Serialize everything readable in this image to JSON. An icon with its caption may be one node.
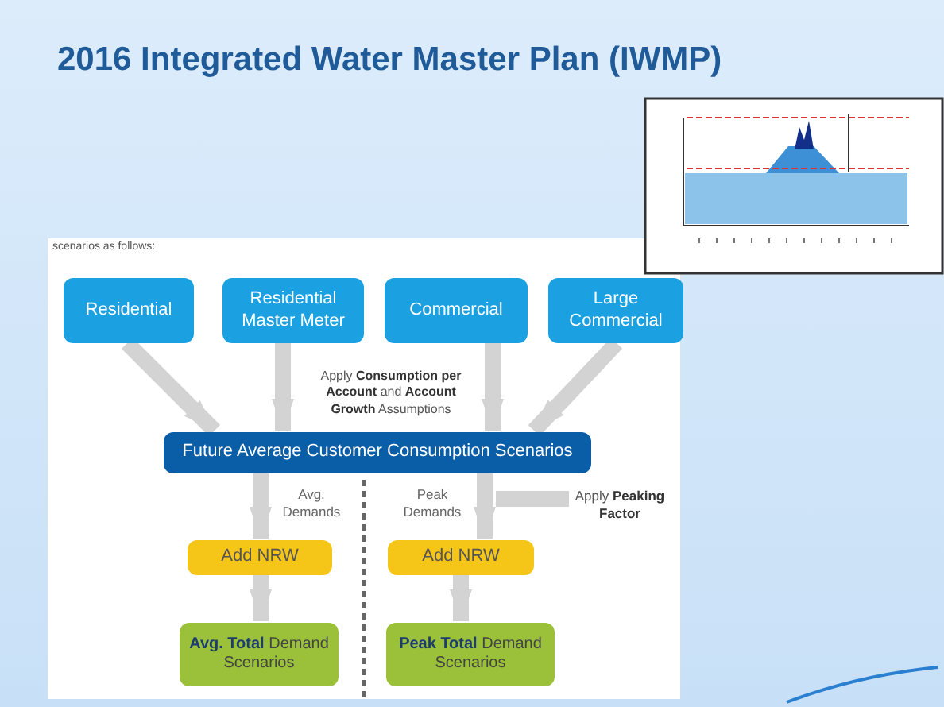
{
  "diagram": {
    "title": "2016 Integrated Water Master Plan (IWMP)",
    "nodes": [
      {
        "text": [
          "Residential"
        ]
      },
      {
        "text": [
          "Residential Master Meter"
        ]
      },
      {
        "text": [
          "Commercial"
        ]
      },
      {
        "text": [
          "Large Commercial"
        ]
      },
      {
        "text": [
          "Future Average Customer Consumption Scenarios"
        ]
      },
      {
        "text": [
          "Add NRW"
        ]
      },
      {
        "text": [
          "Add NRW"
        ]
      },
      {
        "text": [
          "**Avg. Total** Demand Scenarios"
        ]
      },
      {
        "text": [
          "**Peak Total** Demand Scenarios"
        ]
      },
      {
        "text": [
          "Apply **Peaking** **Factor**"
        ]
      }
    ],
    "edges": [
      {
        "from": 0,
        "to": 4,
        "arrow": "to"
      },
      {
        "from": 1,
        "to": 4,
        "arrow": "to"
      },
      {
        "from": 2,
        "to": 4,
        "arrow": "to"
      },
      {
        "from": 3,
        "to": 4,
        "arrow": "to"
      },
      {
        "from": 4,
        "to": 5,
        "arrow": "to",
        "label": "Avg. Demands"
      },
      {
        "from": 4,
        "to": 6,
        "arrow": "to",
        "label": "Peak Demands"
      },
      {
        "from": 5,
        "to": 7,
        "arrow": "to"
      },
      {
        "from": 6,
        "to": 8,
        "arrow": "to"
      },
      {
        "from": 9,
        "to": null,
        "arrow": "none"
      }
    ],
    "labels": [
      "scenarios as follows:",
      "Apply **Consumption per Account** and **Account Growth** Assumptions"
    ]
  }
}
